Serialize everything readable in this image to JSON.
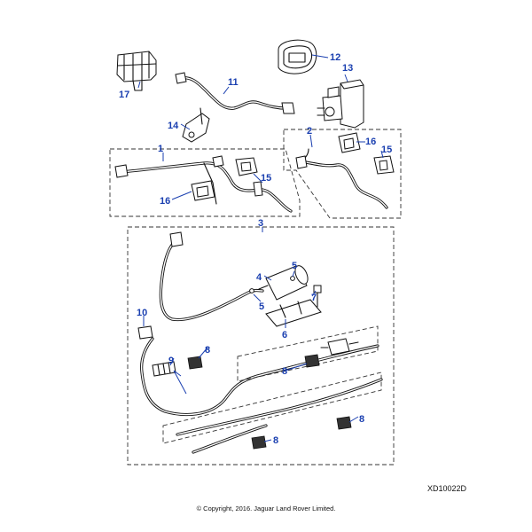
{
  "diagram": {
    "id": "XD10022D",
    "copyright": "© Copyright, 2016. Jaguar Land Rover Limited."
  },
  "callouts": {
    "c1": "1",
    "c2": "2",
    "c3": "3",
    "c4": "4",
    "c5a": "5",
    "c5b": "5",
    "c6": "6",
    "c7": "7",
    "c8a": "8",
    "c8b": "8",
    "c8c": "8",
    "c8d": "8",
    "c9": "9",
    "c10": "10",
    "c11": "11",
    "c12": "12",
    "c13": "13",
    "c14": "14",
    "c15a": "15",
    "c15b": "15",
    "c16a": "16",
    "c16b": "16",
    "c17": "17"
  },
  "colors": {
    "callout": "#1a3fb0",
    "line": "#111111"
  }
}
